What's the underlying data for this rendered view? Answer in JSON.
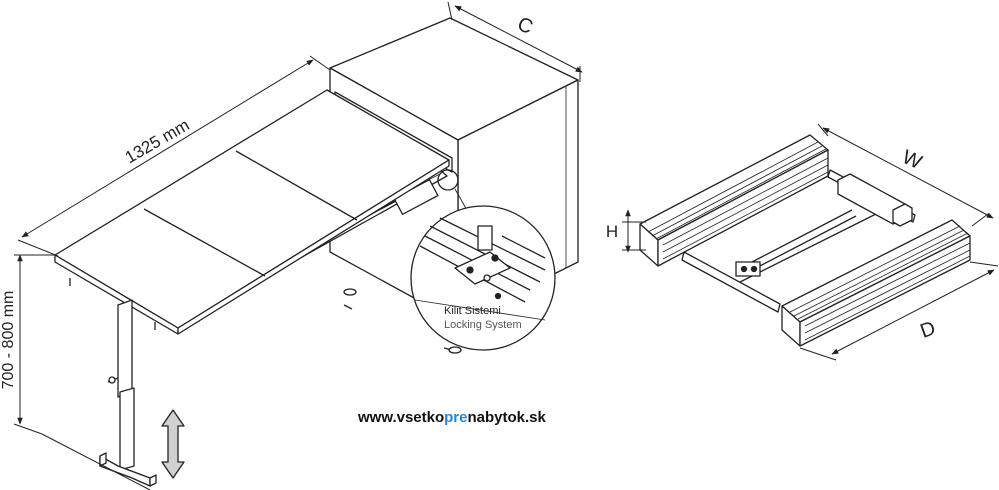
{
  "dimensions": {
    "length": "1325 mm",
    "height_range": "700 - 800 mm",
    "cabinet_width": "C",
    "frame_width": "W",
    "frame_depth": "D",
    "frame_height": "H"
  },
  "callout": {
    "title_tr": "Kilit Sistemi",
    "title_en": "Locking System"
  },
  "website": {
    "prefix": "www.vsetko",
    "highlight": "pre",
    "suffix": "nabytok.sk",
    "highlight_color": "#1e88e5",
    "text_color": "#111111"
  },
  "icons": [
    "height-adjust-arrow-icon"
  ]
}
